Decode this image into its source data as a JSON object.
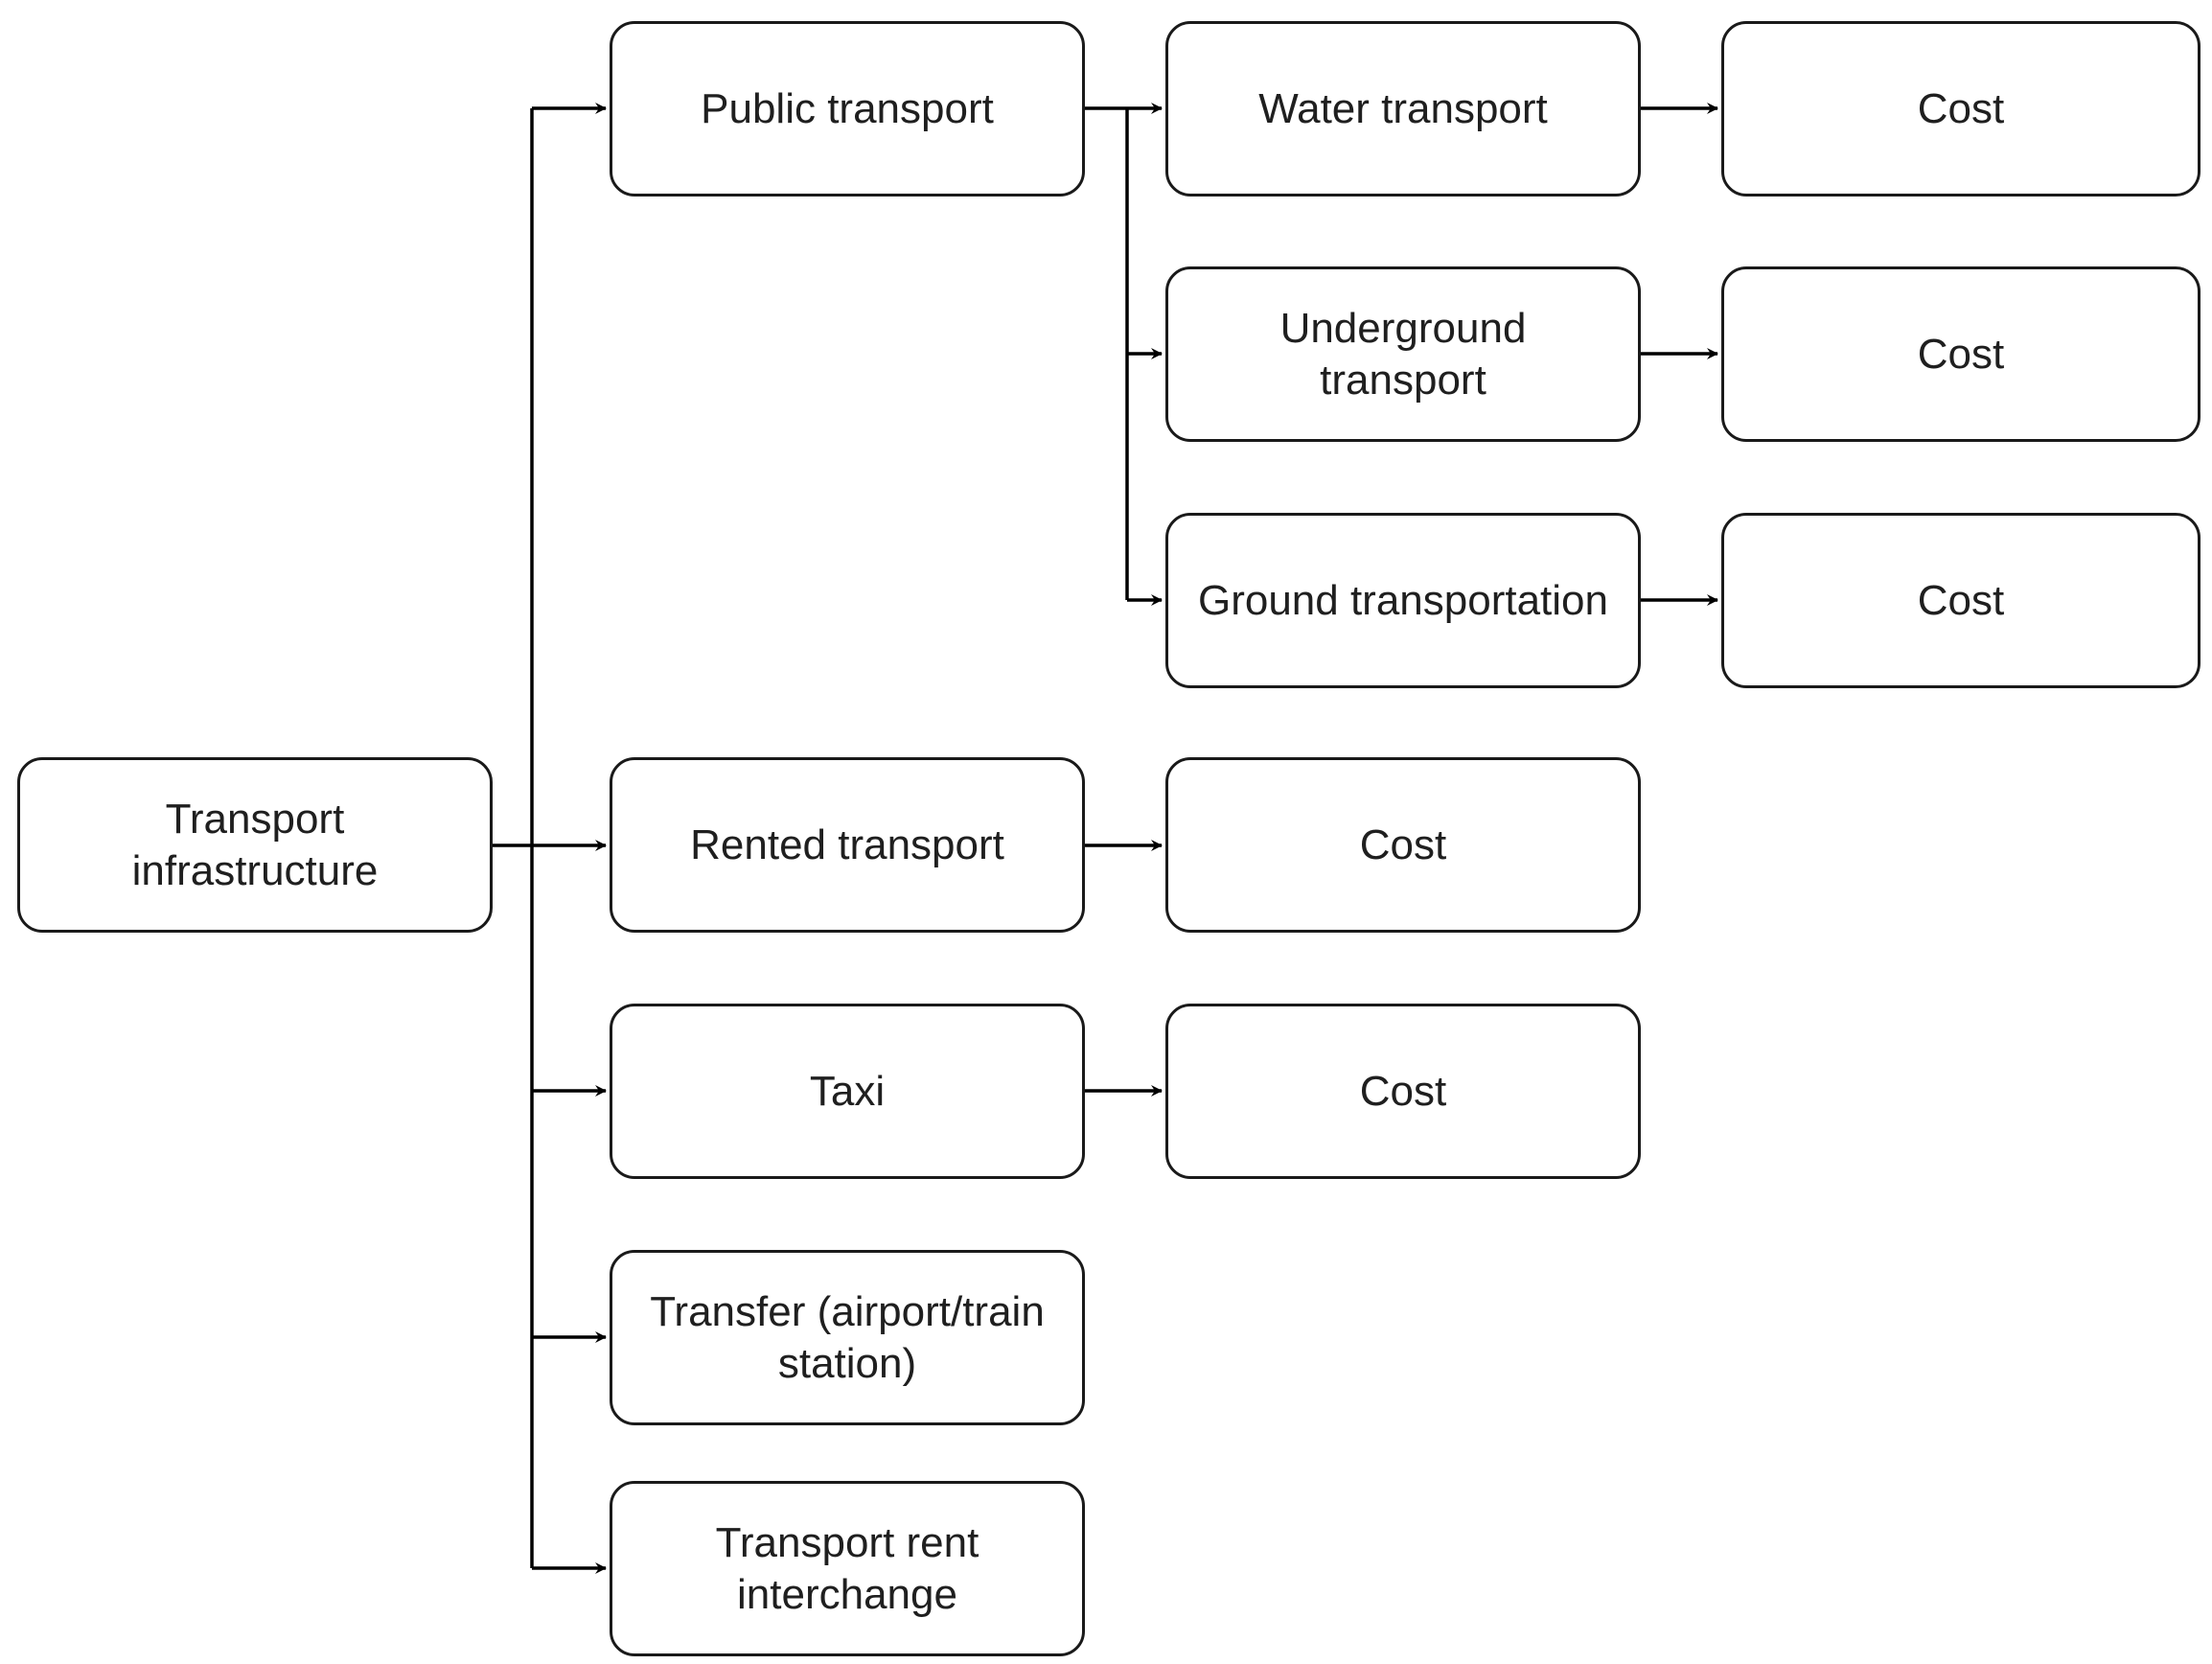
{
  "nodes": {
    "root": "Transport\ninfrastructure",
    "public_transport": "Public transport",
    "water_transport": "Water transport",
    "underground_transport": "Underground\ntransport",
    "ground_transportation": "Ground transportation",
    "rented_transport": "Rented transport",
    "taxi": "Taxi",
    "transfer": "Transfer (airport/train\nstation)",
    "transport_rent_interchange": "Transport rent\ninterchange",
    "cost_water": "Cost",
    "cost_underground": "Cost",
    "cost_ground": "Cost",
    "cost_rented": "Cost",
    "cost_taxi": "Cost"
  },
  "colors": {
    "line": "#1a1a1a",
    "box_border": "#1a1a1a",
    "text": "#1f1f1f",
    "background": "#ffffff"
  }
}
